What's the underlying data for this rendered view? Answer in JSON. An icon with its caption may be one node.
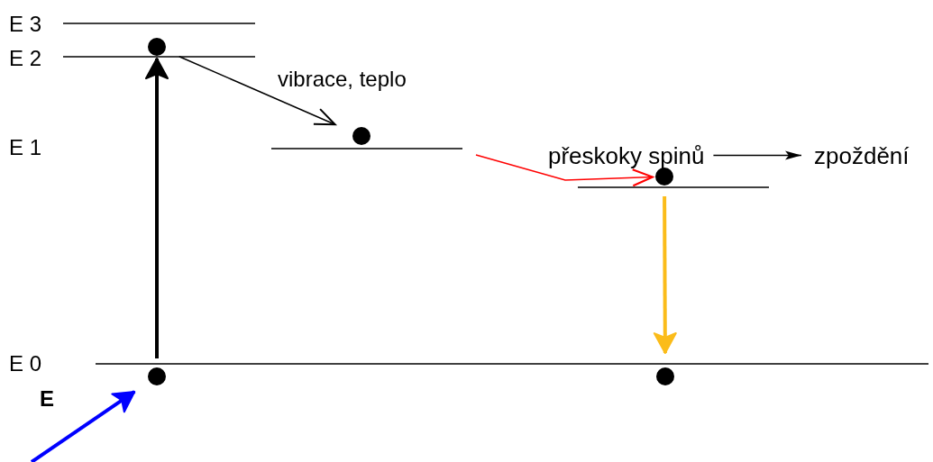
{
  "diagram": {
    "nodes": [
      {
        "text": [],
        "shape": "circle"
      },
      {
        "text": [],
        "shape": "circle"
      },
      {
        "text": [],
        "shape": "circle"
      },
      {
        "text": [],
        "shape": "circle"
      },
      {
        "text": [],
        "shape": "circle"
      },
      {
        "text": [
          "přeskoky spinů"
        ]
      },
      {
        "text": [
          "zpoždění"
        ]
      }
    ],
    "edges": [
      {
        "from": 3,
        "to": 0,
        "arrow": "to",
        "style": "thick"
      },
      {
        "from": 0,
        "to": 1,
        "arrow": "to",
        "label": "vibrace, teplo"
      },
      {
        "from": null,
        "to": 2,
        "arrow": "to",
        "color": "#ff0000"
      },
      {
        "from": 5,
        "to": 6,
        "arrow": "to"
      },
      {
        "from": 2,
        "to": 4,
        "arrow": "to",
        "style": "thick",
        "color": "#fbbc1a"
      },
      {
        "from": null,
        "to": 3,
        "arrow": "to",
        "style": "thick",
        "color": "#0000ff"
      }
    ],
    "labels": [
      "E 3",
      "E 2",
      "E 1",
      "E 0",
      "E"
    ]
  }
}
